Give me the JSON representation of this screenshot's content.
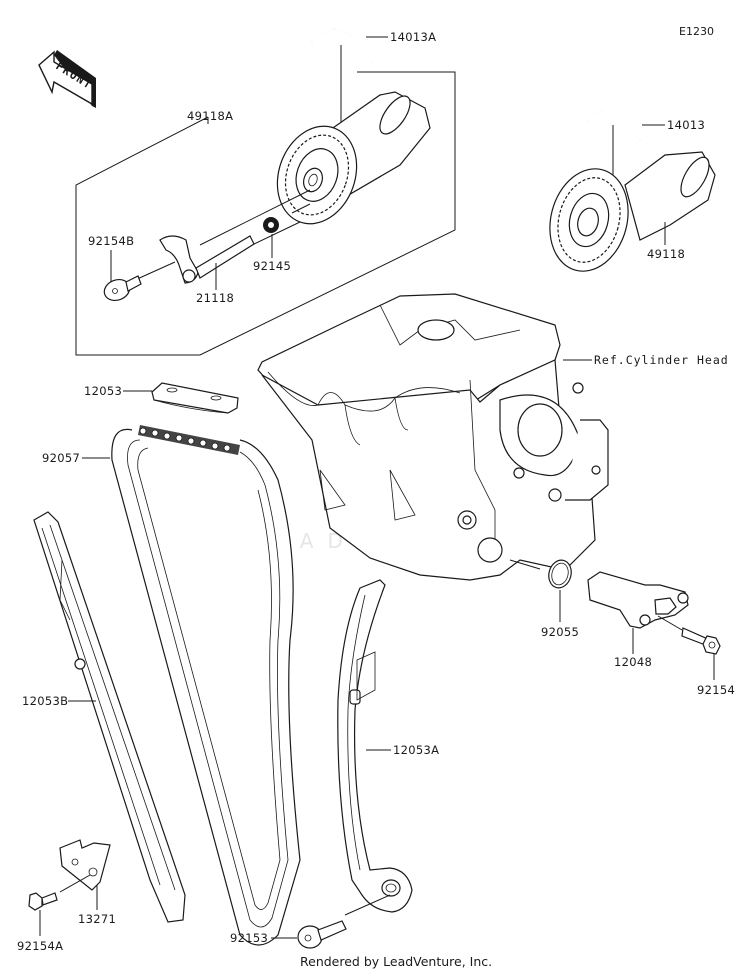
{
  "diagram": {
    "id": "E1230",
    "front_indicator": "FRONT",
    "credit": "Rendered by LeadVenture, Inc.",
    "watermark": "LEADVENTURE",
    "reference_label": "Ref.Cylinder Head",
    "parts": [
      {
        "number": "14013A",
        "name": "circlip-left"
      },
      {
        "number": "49118A",
        "name": "camshaft-assembly-left"
      },
      {
        "number": "92154B",
        "name": "bolt-decomp"
      },
      {
        "number": "21118",
        "name": "decompression-lever-shaft"
      },
      {
        "number": "92145",
        "name": "spring"
      },
      {
        "number": "14013",
        "name": "circlip-right"
      },
      {
        "number": "49118",
        "name": "camshaft-right"
      },
      {
        "number": "12053",
        "name": "chain-guide-top"
      },
      {
        "number": "92057",
        "name": "cam-chain"
      },
      {
        "number": "92055",
        "name": "o-ring"
      },
      {
        "number": "12048",
        "name": "chain-tensioner"
      },
      {
        "number": "92154",
        "name": "tensioner-bolt"
      },
      {
        "number": "12053B",
        "name": "chain-guide-rear"
      },
      {
        "number": "12053A",
        "name": "chain-guide-front"
      },
      {
        "number": "13271",
        "name": "plate"
      },
      {
        "number": "92154A",
        "name": "plate-bolt"
      },
      {
        "number": "92153",
        "name": "guide-bolt"
      }
    ]
  }
}
